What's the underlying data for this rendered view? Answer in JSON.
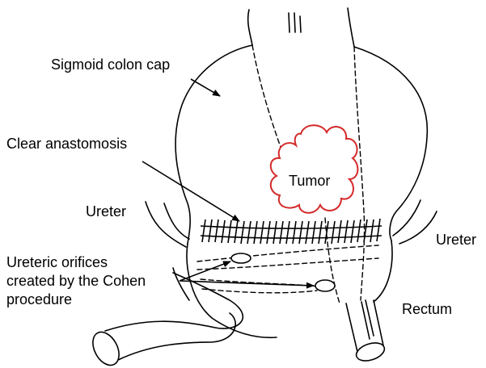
{
  "labels": {
    "sigmoid_colon_cap": "Sigmoid colon cap",
    "clear_anastomosis": "Clear anastomosis",
    "tumor": "Tumor",
    "ureter_left": "Ureter",
    "ureter_right": "Ureter",
    "ureteric_orifices_line1": "Ureteric orifices",
    "ureteric_orifices_line2": "created by the Cohen",
    "ureteric_orifices_line3": "procedure",
    "rectum": "Rectum"
  },
  "colors": {
    "line": "#000000",
    "tumor_outline": "#d42a2a",
    "background": "#ffffff"
  }
}
